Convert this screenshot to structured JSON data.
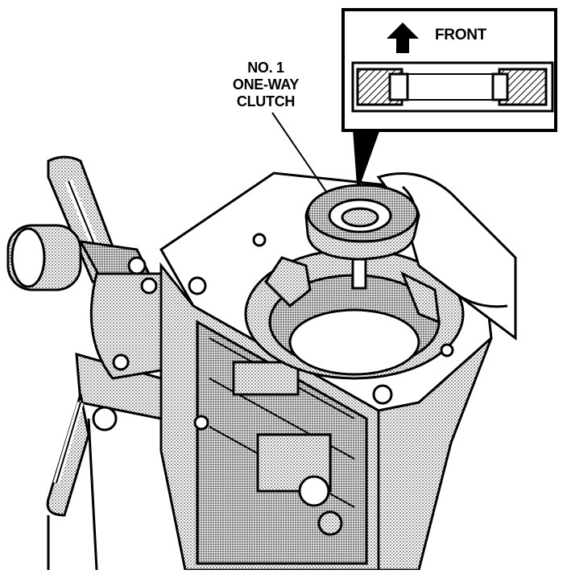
{
  "callout_label": {
    "lines": [
      "NO. 1",
      "ONE-WAY",
      "CLUTCH"
    ]
  },
  "inset": {
    "direction_label": "FRONT",
    "arrow_icon": "arrow-up-icon"
  },
  "colors": {
    "line": "#000000",
    "background": "#ffffff",
    "shade": "#bdbdbd"
  }
}
